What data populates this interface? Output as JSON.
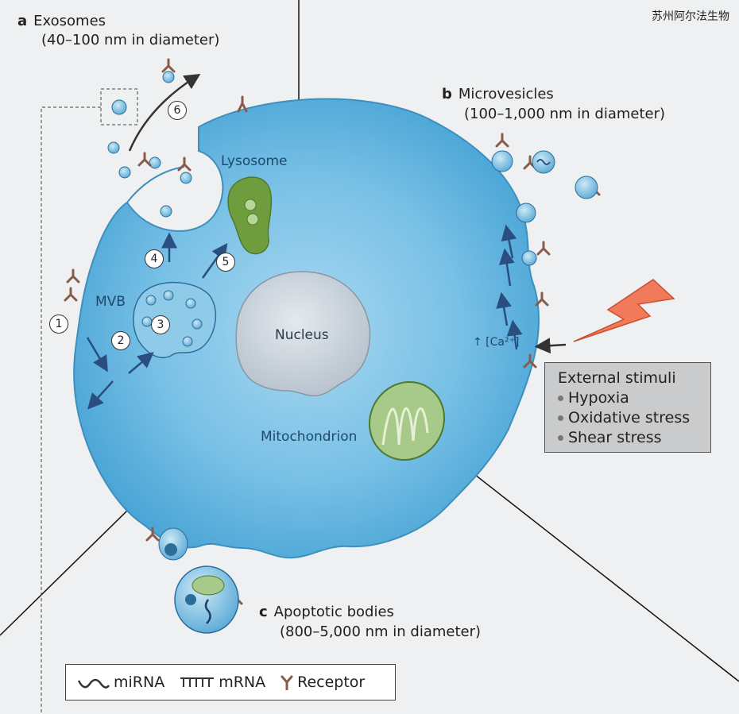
{
  "watermark": "苏州阿尔法生物",
  "panel_a": {
    "letter": "a",
    "title": "Exosomes",
    "subtitle": "(40–100 nm in diameter)"
  },
  "panel_b": {
    "letter": "b",
    "title": "Microvesicles",
    "subtitle": "(100–1,000 nm in diameter)"
  },
  "panel_c": {
    "letter": "c",
    "title": "Apoptotic bodies",
    "subtitle": "(800–5,000 nm in diameter)"
  },
  "cell_labels": {
    "lysosome": "Lysosome",
    "mvb": "MVB",
    "nucleus": "Nucleus",
    "mitochondrion": "Mitochondrion",
    "calcium": "↑ [Ca²⁺]"
  },
  "steps": [
    "1",
    "2",
    "3",
    "4",
    "5",
    "6"
  ],
  "external_stimuli": {
    "title": "External stimuli",
    "items": [
      "Hypoxia",
      "Oxidative stress",
      "Shear stress"
    ]
  },
  "legend": {
    "mirna": "miRNA",
    "mrna": "mRNA",
    "receptor": "Receptor"
  },
  "colors": {
    "cell": "#5bb0dc",
    "nucleus": "#c9d2da",
    "organelle_green": "#6a9a3a",
    "arrow": "#2a4e80",
    "lightning": "#f07a5a",
    "receptor": "#8a5a4a"
  }
}
